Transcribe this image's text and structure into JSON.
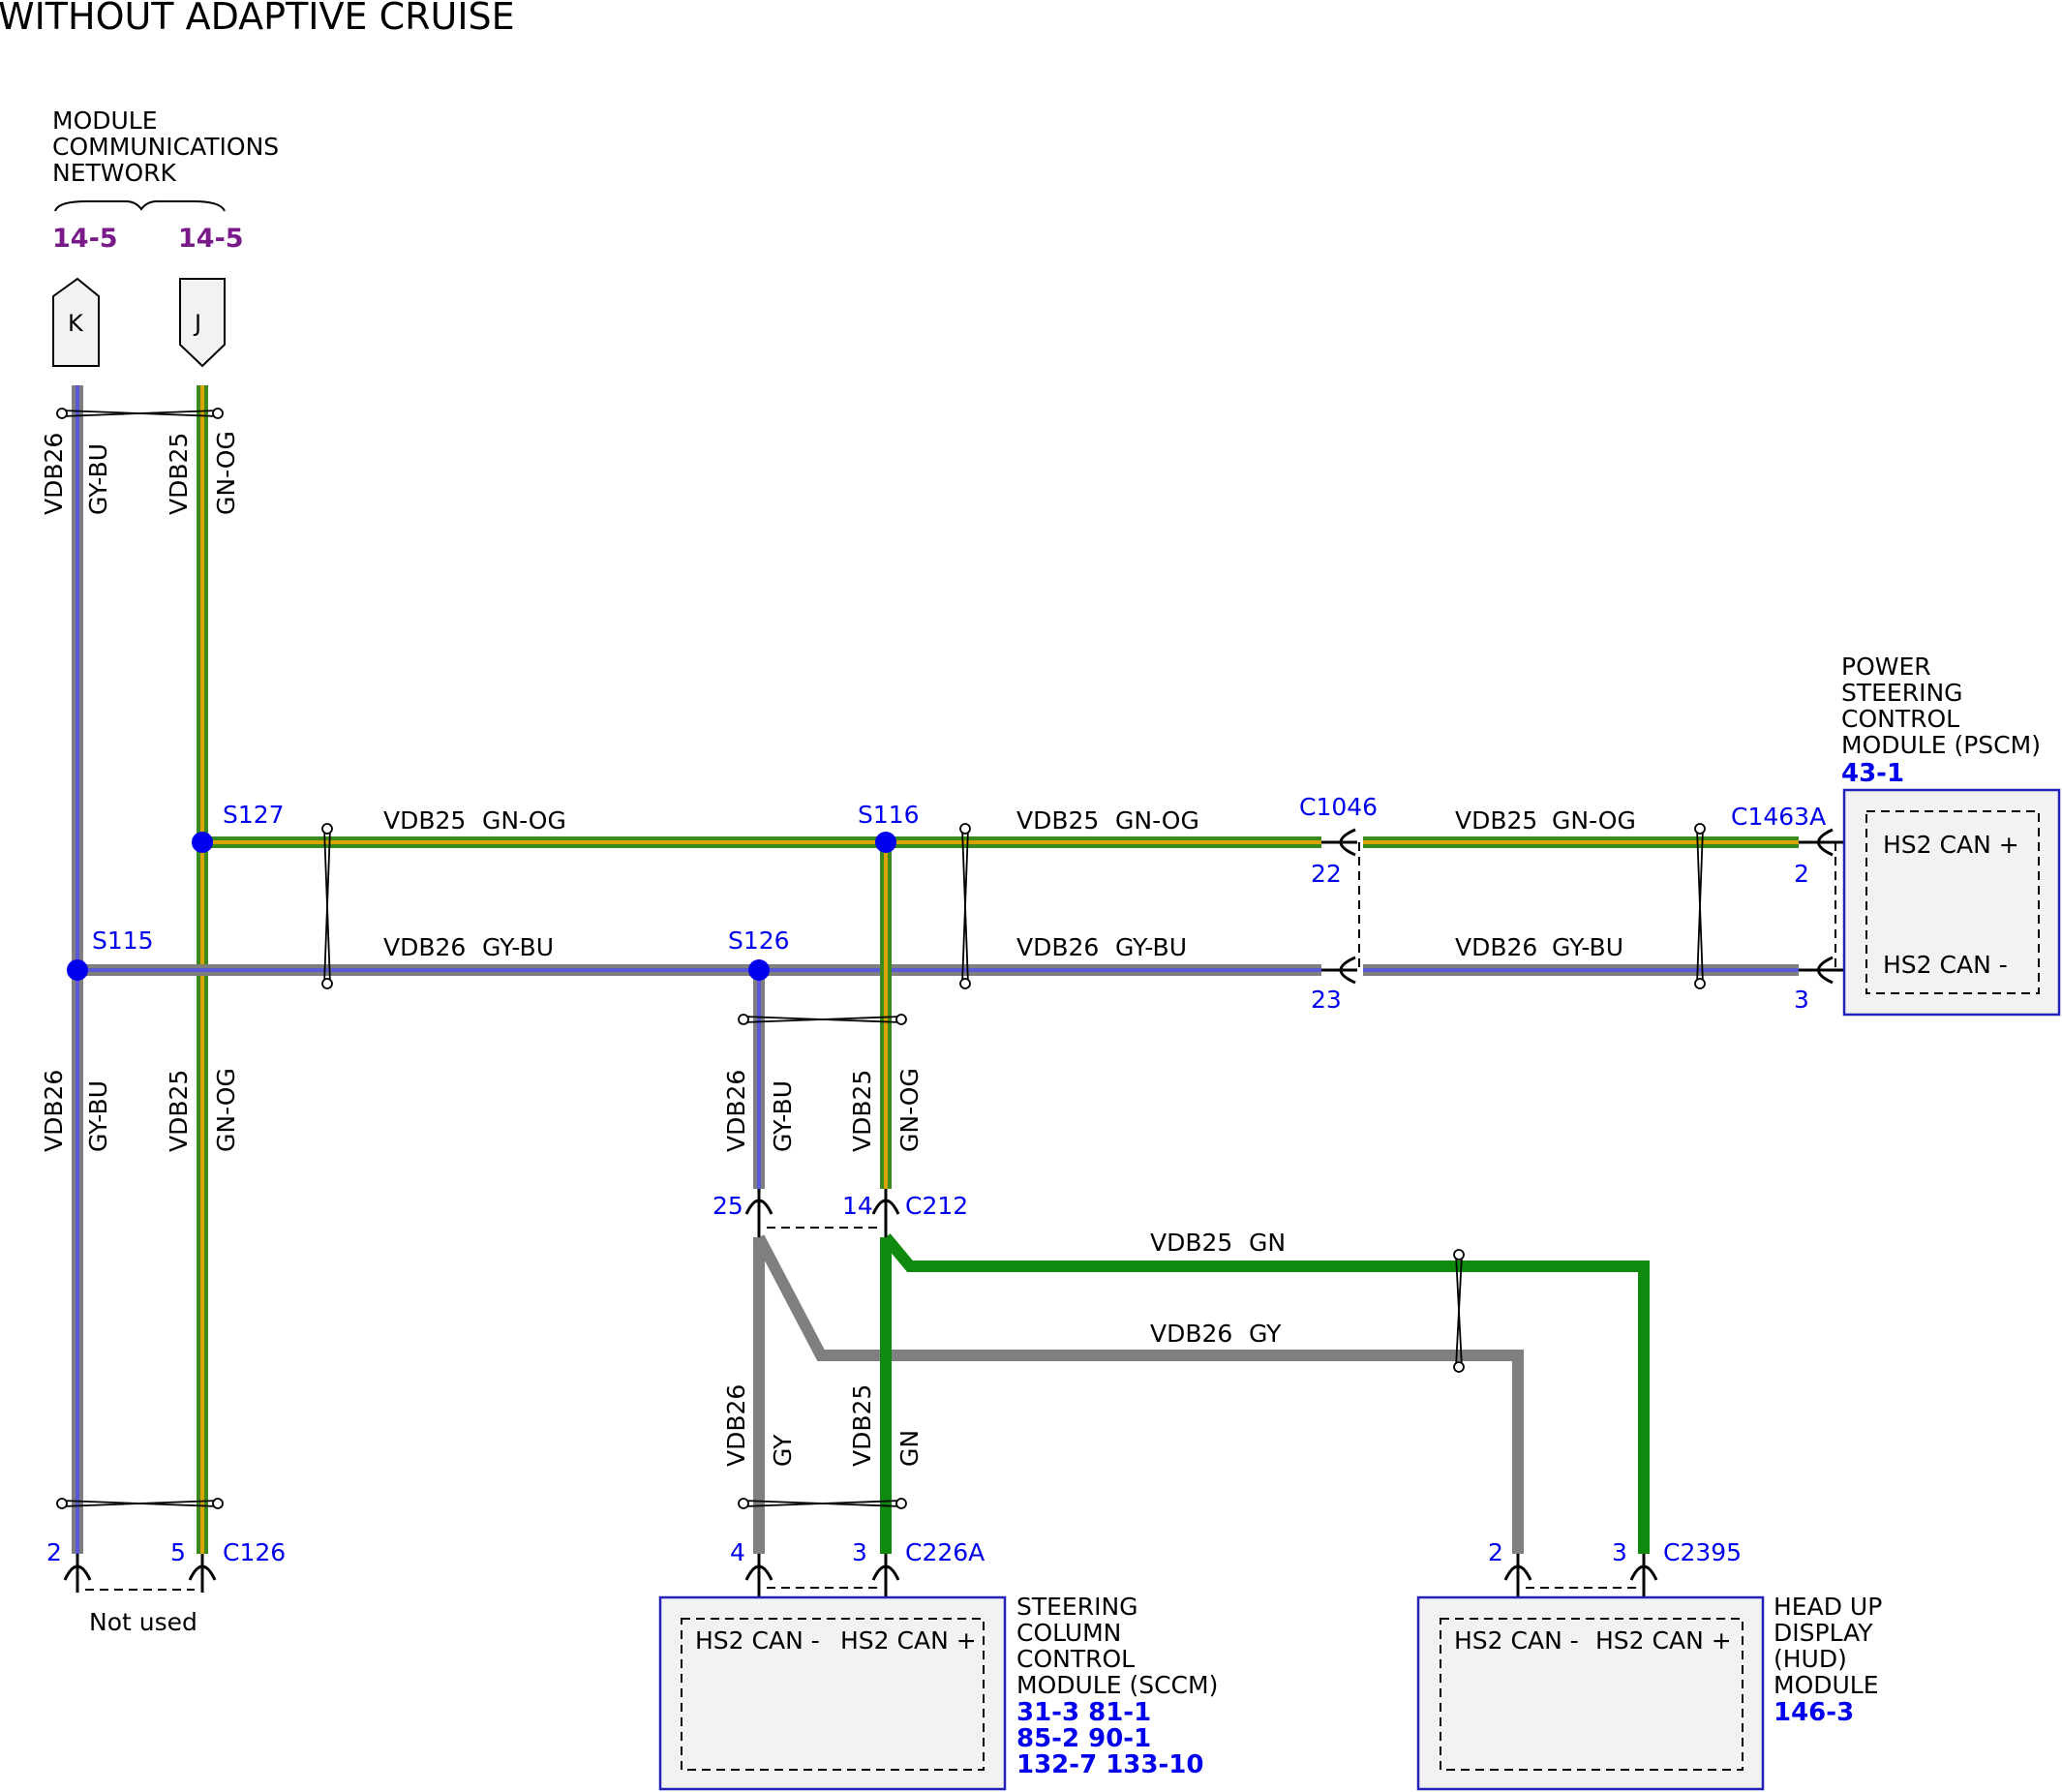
{
  "title": "WITHOUT ADAPTIVE CRUISE",
  "network": {
    "label_lines": [
      "MODULE",
      "COMMUNICATIONS",
      "NETWORK"
    ],
    "ref_k": "14-5",
    "ref_j": "14-5",
    "connector_k": "K",
    "connector_j": "J"
  },
  "circuits": {
    "vdb25": "VDB25",
    "vdb26": "VDB26",
    "gn_og": "GN-OG",
    "gy_bu": "GY-BU",
    "gn": "GN",
    "gy": "GY"
  },
  "splices": {
    "s115": "S115",
    "s127": "S127",
    "s116": "S116",
    "s126": "S126"
  },
  "connectors": {
    "c1046": "C1046",
    "c1046_pin_a": "22",
    "c1046_pin_b": "23",
    "c1463a": "C1463A",
    "c1463a_pin_a": "2",
    "c1463a_pin_b": "3",
    "c212": "C212",
    "c212_pin_a": "25",
    "c212_pin_b": "14",
    "c126": "C126",
    "c126_pin_a": "2",
    "c126_pin_b": "5",
    "c126_note": "Not used",
    "c226a": "C226A",
    "c226a_pin_a": "4",
    "c226a_pin_b": "3",
    "c2395": "C2395",
    "c2395_pin_a": "2",
    "c2395_pin_b": "3"
  },
  "pscm": {
    "name_lines": [
      "POWER",
      "STEERING",
      "CONTROL",
      "MODULE (PSCM)"
    ],
    "ref": "43-1",
    "pin_plus": "HS2 CAN +",
    "pin_minus": "HS2 CAN -"
  },
  "sccm": {
    "name_lines": [
      "STEERING",
      "COLUMN",
      "CONTROL",
      "MODULE (SCCM)"
    ],
    "ref_lines": [
      "31-3  81-1",
      "85-2  90-1",
      "132-7  133-10"
    ],
    "pin_minus": "HS2 CAN -",
    "pin_plus": "HS2 CAN +"
  },
  "hud": {
    "name_lines": [
      "HEAD UP",
      "DISPLAY",
      "(HUD)",
      "MODULE"
    ],
    "ref": "146-3",
    "pin_minus": "HS2 CAN -",
    "pin_plus": "HS2 CAN +"
  },
  "colors": {
    "green": "#3a8a1e",
    "orange": "#d9a300",
    "gray": "#7f7f7f",
    "blue": "#5a5ad6",
    "solid_green": "#0f8a0f",
    "splice": "#0000ee"
  }
}
